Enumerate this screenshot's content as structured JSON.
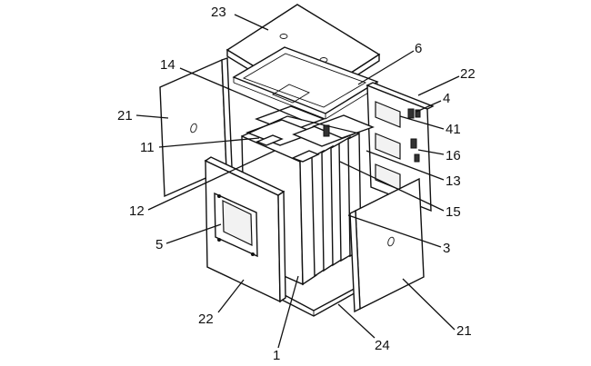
{
  "figure": {
    "labels": {
      "top_cover": "23",
      "frame": "6",
      "side_plate_right": "22",
      "module": "4",
      "hook_41": "41",
      "plate_14": "14",
      "door_left": "21",
      "part_11": "11",
      "part_16": "16",
      "part_13": "13",
      "part_12": "12",
      "part_15": "15",
      "part_5": "5",
      "part_3": "3",
      "side_plate_left": "22",
      "door_right": "21",
      "body_1": "1",
      "base_24": "24"
    }
  }
}
